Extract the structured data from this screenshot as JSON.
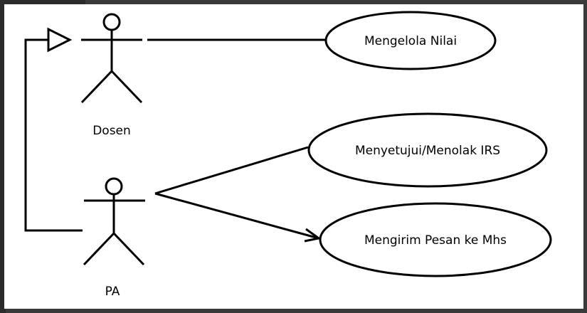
{
  "diagram": {
    "type": "uml-use-case",
    "actors": [
      {
        "id": "dosen",
        "label": "Dosen"
      },
      {
        "id": "pa",
        "label": "PA"
      }
    ],
    "use_cases": [
      {
        "id": "mengelola-nilai",
        "label": "Mengelola Nilai"
      },
      {
        "id": "menyetujui-irs",
        "label": "Menyetujui/Menolak IRS"
      },
      {
        "id": "mengirim-pesan",
        "label": "Mengirim Pesan ke Mhs"
      }
    ],
    "relations": [
      {
        "from": "pa",
        "to": "dosen",
        "kind": "generalization"
      },
      {
        "from": "dosen",
        "to": "mengelola-nilai",
        "kind": "association"
      },
      {
        "from": "pa",
        "to": "menyetujui-irs",
        "kind": "association"
      },
      {
        "from": "pa",
        "to": "mengirim-pesan",
        "kind": "directed-association"
      }
    ]
  },
  "colors": {
    "background": "#ffffff",
    "frame": "#3a3a3a",
    "stroke": "#000000"
  }
}
